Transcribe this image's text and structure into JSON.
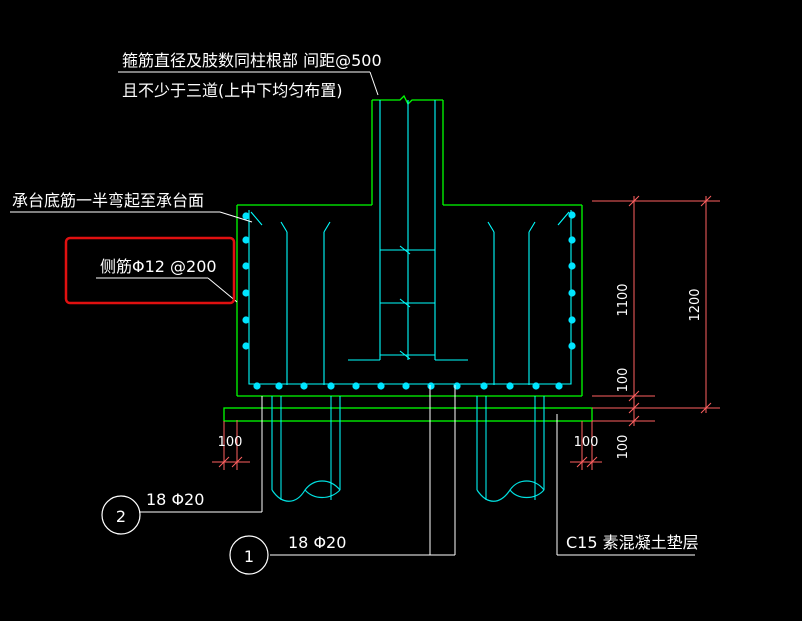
{
  "notes": {
    "stirrup_note_line1": "箍筋直径及肢数同柱根部 间距@500",
    "stirrup_note_line2": "且不少于三道(上中下均匀布置)",
    "bottom_bar_bend_note": "承台底筋一半弯起至承台面",
    "side_bar_note": "侧筋Φ12 @200",
    "bar2_label": "18 Φ20",
    "bar1_label": "18 Φ20",
    "cushion_note": "C15 素混凝土垫层"
  },
  "callouts": {
    "circle_2": "2",
    "circle_1": "1"
  },
  "dimensions": {
    "height_1100": "1100",
    "height_100_right": "100",
    "height_1200": "1200",
    "cushion_100_right": "100",
    "left_offset_100": "100",
    "right_offset_100": "100"
  },
  "colors": {
    "background": "#000000",
    "concrete_outline": "#00ff00",
    "rebar": "#00ffff",
    "rebar_dots": "#00e5ff",
    "pile_lines": "#00ffff",
    "text": "#ffffff",
    "leader": "#ffffff",
    "dimension": "#ff6060",
    "highlight_box": "#e01010"
  },
  "icons": {
    "callout_circle": "numbered-circle-callout",
    "rebar_dot": "filled-circle"
  }
}
